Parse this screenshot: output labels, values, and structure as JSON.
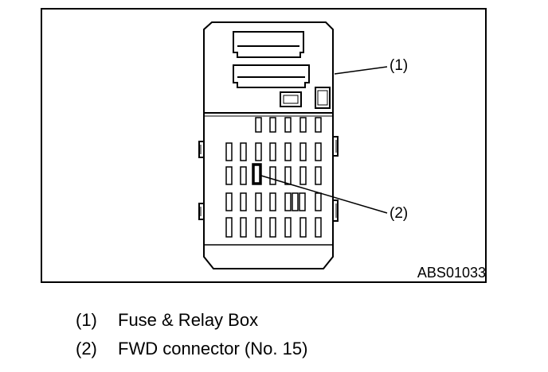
{
  "callouts": [
    {
      "label": "(1)"
    },
    {
      "label": "(2)"
    }
  ],
  "figure_id": "ABS01033",
  "legend": [
    {
      "number": "(1)",
      "text": "Fuse & Relay Box"
    },
    {
      "number": "(2)",
      "text": "FWD connector (No. 15)"
    }
  ]
}
